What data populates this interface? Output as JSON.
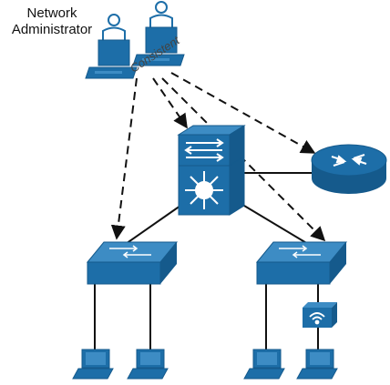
{
  "labels": {
    "line1": "Network",
    "line2": "Administrator",
    "consistent": "Consistent"
  },
  "colors": {
    "device_fill": "#1d6ea8",
    "device_dark": "#155a8c",
    "device_light": "#3d8cc4",
    "arrow": "#111111",
    "cable": "#111111"
  },
  "nodes": [
    {
      "name": "admin-workstation-1",
      "icon": "workstation-icon"
    },
    {
      "name": "admin-workstation-2",
      "icon": "workstation-icon"
    },
    {
      "name": "multilayer-switch",
      "icon": "multilayer-switch-icon"
    },
    {
      "name": "router",
      "icon": "router-icon"
    },
    {
      "name": "access-switch-left",
      "icon": "switch-icon"
    },
    {
      "name": "access-switch-right",
      "icon": "switch-icon"
    },
    {
      "name": "wireless-access-point",
      "icon": "wireless-ap-icon"
    },
    {
      "name": "laptop-1",
      "icon": "laptop-icon"
    },
    {
      "name": "laptop-2",
      "icon": "laptop-icon"
    },
    {
      "name": "laptop-3",
      "icon": "laptop-icon"
    },
    {
      "name": "laptop-4",
      "icon": "laptop-icon"
    }
  ]
}
